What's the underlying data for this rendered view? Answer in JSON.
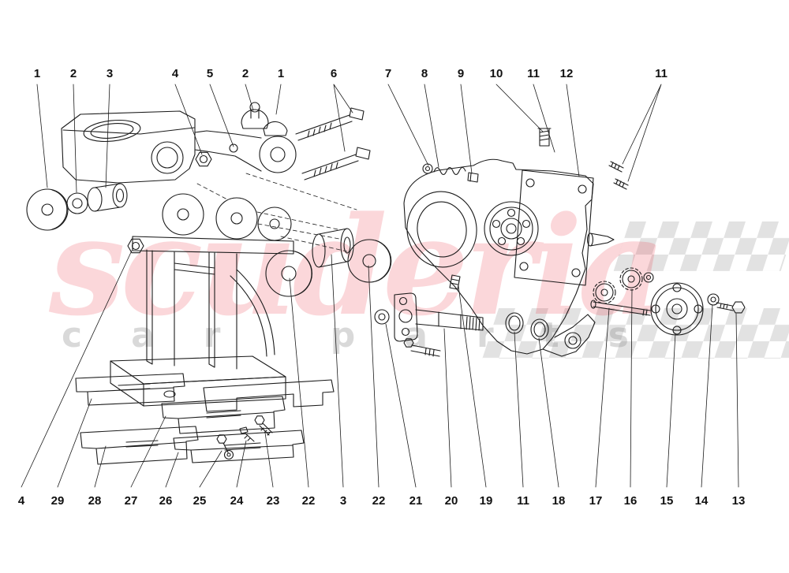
{
  "watermark": {
    "brand": "scuderia",
    "tagline": "car parts",
    "brand_color": "#e8192c",
    "tagline_color": "#8a8a8a",
    "checker_color": "#d8d8d8"
  },
  "diagram": {
    "stroke_color": "#1b1b1b",
    "labels_top": [
      "1",
      "2",
      "3",
      "4",
      "5",
      "2",
      "1",
      "6",
      "7",
      "8",
      "9",
      "10",
      "11",
      "12",
      "11"
    ],
    "labels_bottom": [
      "4",
      "29",
      "28",
      "27",
      "26",
      "25",
      "24",
      "23",
      "22",
      "3",
      "22",
      "21",
      "20",
      "19",
      "11",
      "18",
      "17",
      "16",
      "15",
      "14",
      "13"
    ]
  }
}
